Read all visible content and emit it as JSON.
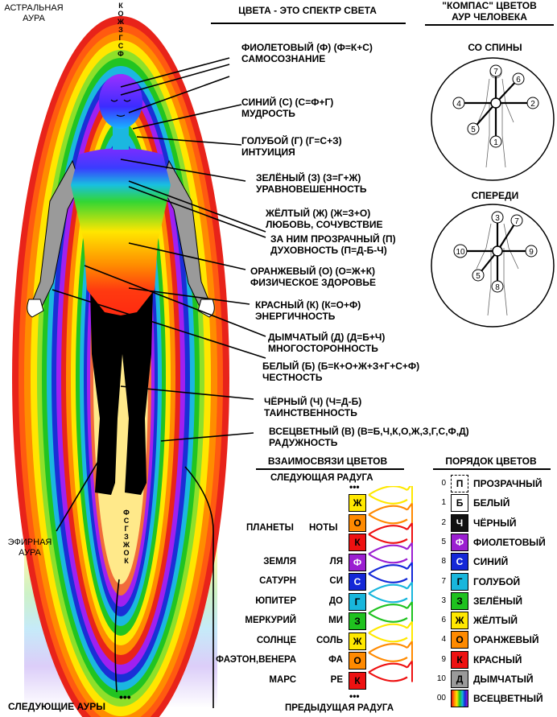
{
  "aura_labels": {
    "astral": [
      "АСТРАЛЬНАЯ",
      "АУРА"
    ],
    "etheric": [
      "ЭФИРНАЯ",
      "АУРА"
    ],
    "next": "СЛЕДУЮЩИЕ АУРЫ"
  },
  "chakra_letters_top": [
    "К",
    "О",
    "Ж",
    "З",
    "Г",
    "С",
    "Ф"
  ],
  "chakra_letters_bottom": [
    "Ф",
    "С",
    "Г",
    "З",
    "Ж",
    "О",
    "К"
  ],
  "main_title": "ЦВЕТА - ЭТО СПЕКТР СВЕТА",
  "compass_title": [
    "\"КОМПАС\" ЦВЕТОВ",
    "АУР ЧЕЛОВЕКА"
  ],
  "compass_back": "СО СПИНЫ",
  "compass_front": "СПЕРЕДИ",
  "compass_back_numbers": [
    "1",
    "2",
    "4",
    "5",
    "6",
    "7"
  ],
  "compass_front_numbers": [
    "3",
    "5",
    "7",
    "8",
    "9",
    "10"
  ],
  "colors": [
    {
      "line1": "ФИОЛЕТОВЫЙ (Ф) (Ф=К+С)",
      "line2": "САМОСОЗНАНИЕ"
    },
    {
      "line1": "СИНИЙ (С) (С=Ф+Г)",
      "line2": "МУДРОСТЬ"
    },
    {
      "line1": "ГОЛУБОЙ (Г) (Г=С+З)",
      "line2": "ИНТУИЦИЯ"
    },
    {
      "line1": "ЗЕЛЁНЫЙ (З) (З=Г+Ж)",
      "line2": "УРАВНОВЕШЕННОСТЬ"
    },
    {
      "line1": "ЖЁЛТЫЙ (Ж) (Ж=З+О)",
      "line2": "ЛЮБОВЬ, СОЧУВСТВИЕ"
    },
    {
      "line1": "ЗА НИМ ПРОЗРАЧНЫЙ (П)",
      "line2": "ДУХОВНОСТЬ (П=Д-Б-Ч)"
    },
    {
      "line1": "ОРАНЖЕВЫЙ (О) (О=Ж+К)",
      "line2": "ФИЗИЧЕСКОЕ ЗДОРОВЬЕ"
    },
    {
      "line1": "КРАСНЫЙ (К) (К=О+Ф)",
      "line2": "ЭНЕРГИЧНОСТЬ"
    },
    {
      "line1": "ДЫМЧАТЫЙ (Д) (Д=Б+Ч)",
      "line2": "МНОГОСТОРОННОСТЬ"
    },
    {
      "line1": "БЕЛЫЙ (Б) (Б=К+О+Ж+З+Г+С+Ф)",
      "line2": "ЧЕСТНОСТЬ"
    },
    {
      "line1": "ЧЁРНЫЙ (Ч) (Ч=Д-Б)",
      "line2": "ТАИНСТВЕННОСТЬ"
    },
    {
      "line1": "ВСЕЦВЕТНЫЙ (В) (В=Б,Ч,К,О,Ж,З,Г,С,Ф,Д)",
      "line2": "РАДУЖНОСТЬ"
    }
  ],
  "relations": {
    "title": "ВЗАИМОСВЯЗИ ЦВЕТОВ",
    "next_rainbow": "СЛЕДУЮЩАЯ РАДУГА",
    "prev_rainbow": "ПРЕДЫДУЩАЯ РАДУГА",
    "planets_header": "ПЛАНЕТЫ",
    "notes_header": "НОТЫ",
    "top_cells": [
      "Ж",
      "О",
      "К"
    ],
    "rows": [
      {
        "planet": "ЗЕМЛЯ",
        "note": "ЛЯ",
        "letter": "Ф"
      },
      {
        "planet": "САТУРН",
        "note": "СИ",
        "letter": "С"
      },
      {
        "planet": "ЮПИТЕР",
        "note": "ДО",
        "letter": "Г"
      },
      {
        "planet": "МЕРКУРИЙ",
        "note": "МИ",
        "letter": "З"
      },
      {
        "planet": "СОЛНЦЕ",
        "note": "СОЛЬ",
        "letter": "Ж"
      },
      {
        "planet": "ФАЭТОН,ВЕНЕРА",
        "note": "ФА",
        "letter": "О"
      },
      {
        "planet": "МАРС",
        "note": "РЕ",
        "letter": "К"
      }
    ]
  },
  "order": {
    "title": "ПОРЯДОК ЦВЕТОВ",
    "items": [
      {
        "num": "0",
        "letter": "П",
        "name": "ПРОЗРАЧНЫЙ",
        "bg": "#ffffff",
        "fg": "#000000"
      },
      {
        "num": "1",
        "letter": "Б",
        "name": "БЕЛЫЙ",
        "bg": "#ffffff",
        "fg": "#000000"
      },
      {
        "num": "2",
        "letter": "Ч",
        "name": "ЧЁРНЫЙ",
        "bg": "#111111",
        "fg": "#ffffff"
      },
      {
        "num": "5",
        "letter": "Ф",
        "name": "ФИОЛЕТОВЫЙ",
        "bg": "#9b1fd1",
        "fg": "#ffffff"
      },
      {
        "num": "8",
        "letter": "С",
        "name": "СИНИЙ",
        "bg": "#1428d8",
        "fg": "#ffffff"
      },
      {
        "num": "7",
        "letter": "Г",
        "name": "ГОЛУБОЙ",
        "bg": "#18b6dc",
        "fg": "#000000"
      },
      {
        "num": "3",
        "letter": "З",
        "name": "ЗЕЛЁНЫЙ",
        "bg": "#1fc21f",
        "fg": "#000000"
      },
      {
        "num": "6",
        "letter": "Ж",
        "name": "ЖЁЛТЫЙ",
        "bg": "#ffe800",
        "fg": "#000000"
      },
      {
        "num": "4",
        "letter": "О",
        "name": "ОРАНЖЕВЫЙ",
        "bg": "#ff8a00",
        "fg": "#000000"
      },
      {
        "num": "9",
        "letter": "К",
        "name": "КРАСНЫЙ",
        "bg": "#ee1111",
        "fg": "#000000"
      },
      {
        "num": "10",
        "letter": "Д",
        "name": "ДЫМЧАТЫЙ",
        "bg": "#9a9a9a",
        "fg": "#000000"
      },
      {
        "num": "00",
        "letter": "",
        "name": "ВСЕЦВЕТНЫЙ",
        "bg": "rainbow",
        "fg": "#000000"
      }
    ]
  },
  "palette": {
    "red": "#e8231a",
    "orange": "#ff8c00",
    "yellow": "#ffe600",
    "green": "#21c421",
    "cyan": "#1bb7e0",
    "blue": "#1a2fd6",
    "violet": "#a020f0"
  }
}
